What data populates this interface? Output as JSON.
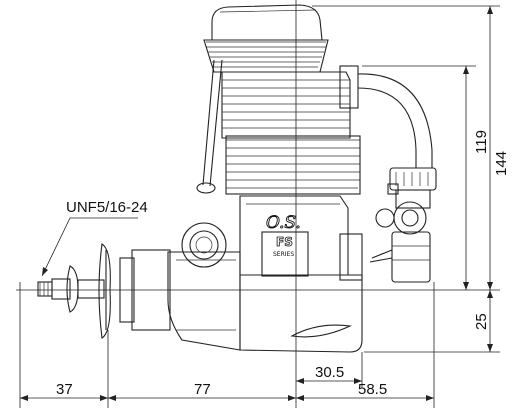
{
  "thread_label": "UNF5/16-24",
  "logo": {
    "brand": "O.S.",
    "series_code": "FS",
    "series_word": "SERIES"
  },
  "dimensions": {
    "height_to_head": "119",
    "total_height": "144",
    "height_below_axis": "25",
    "prop_to_drive": "37",
    "drive_to_centerline": "77",
    "centerline_offset": "30.5",
    "centerline_to_rear": "58.5"
  }
}
